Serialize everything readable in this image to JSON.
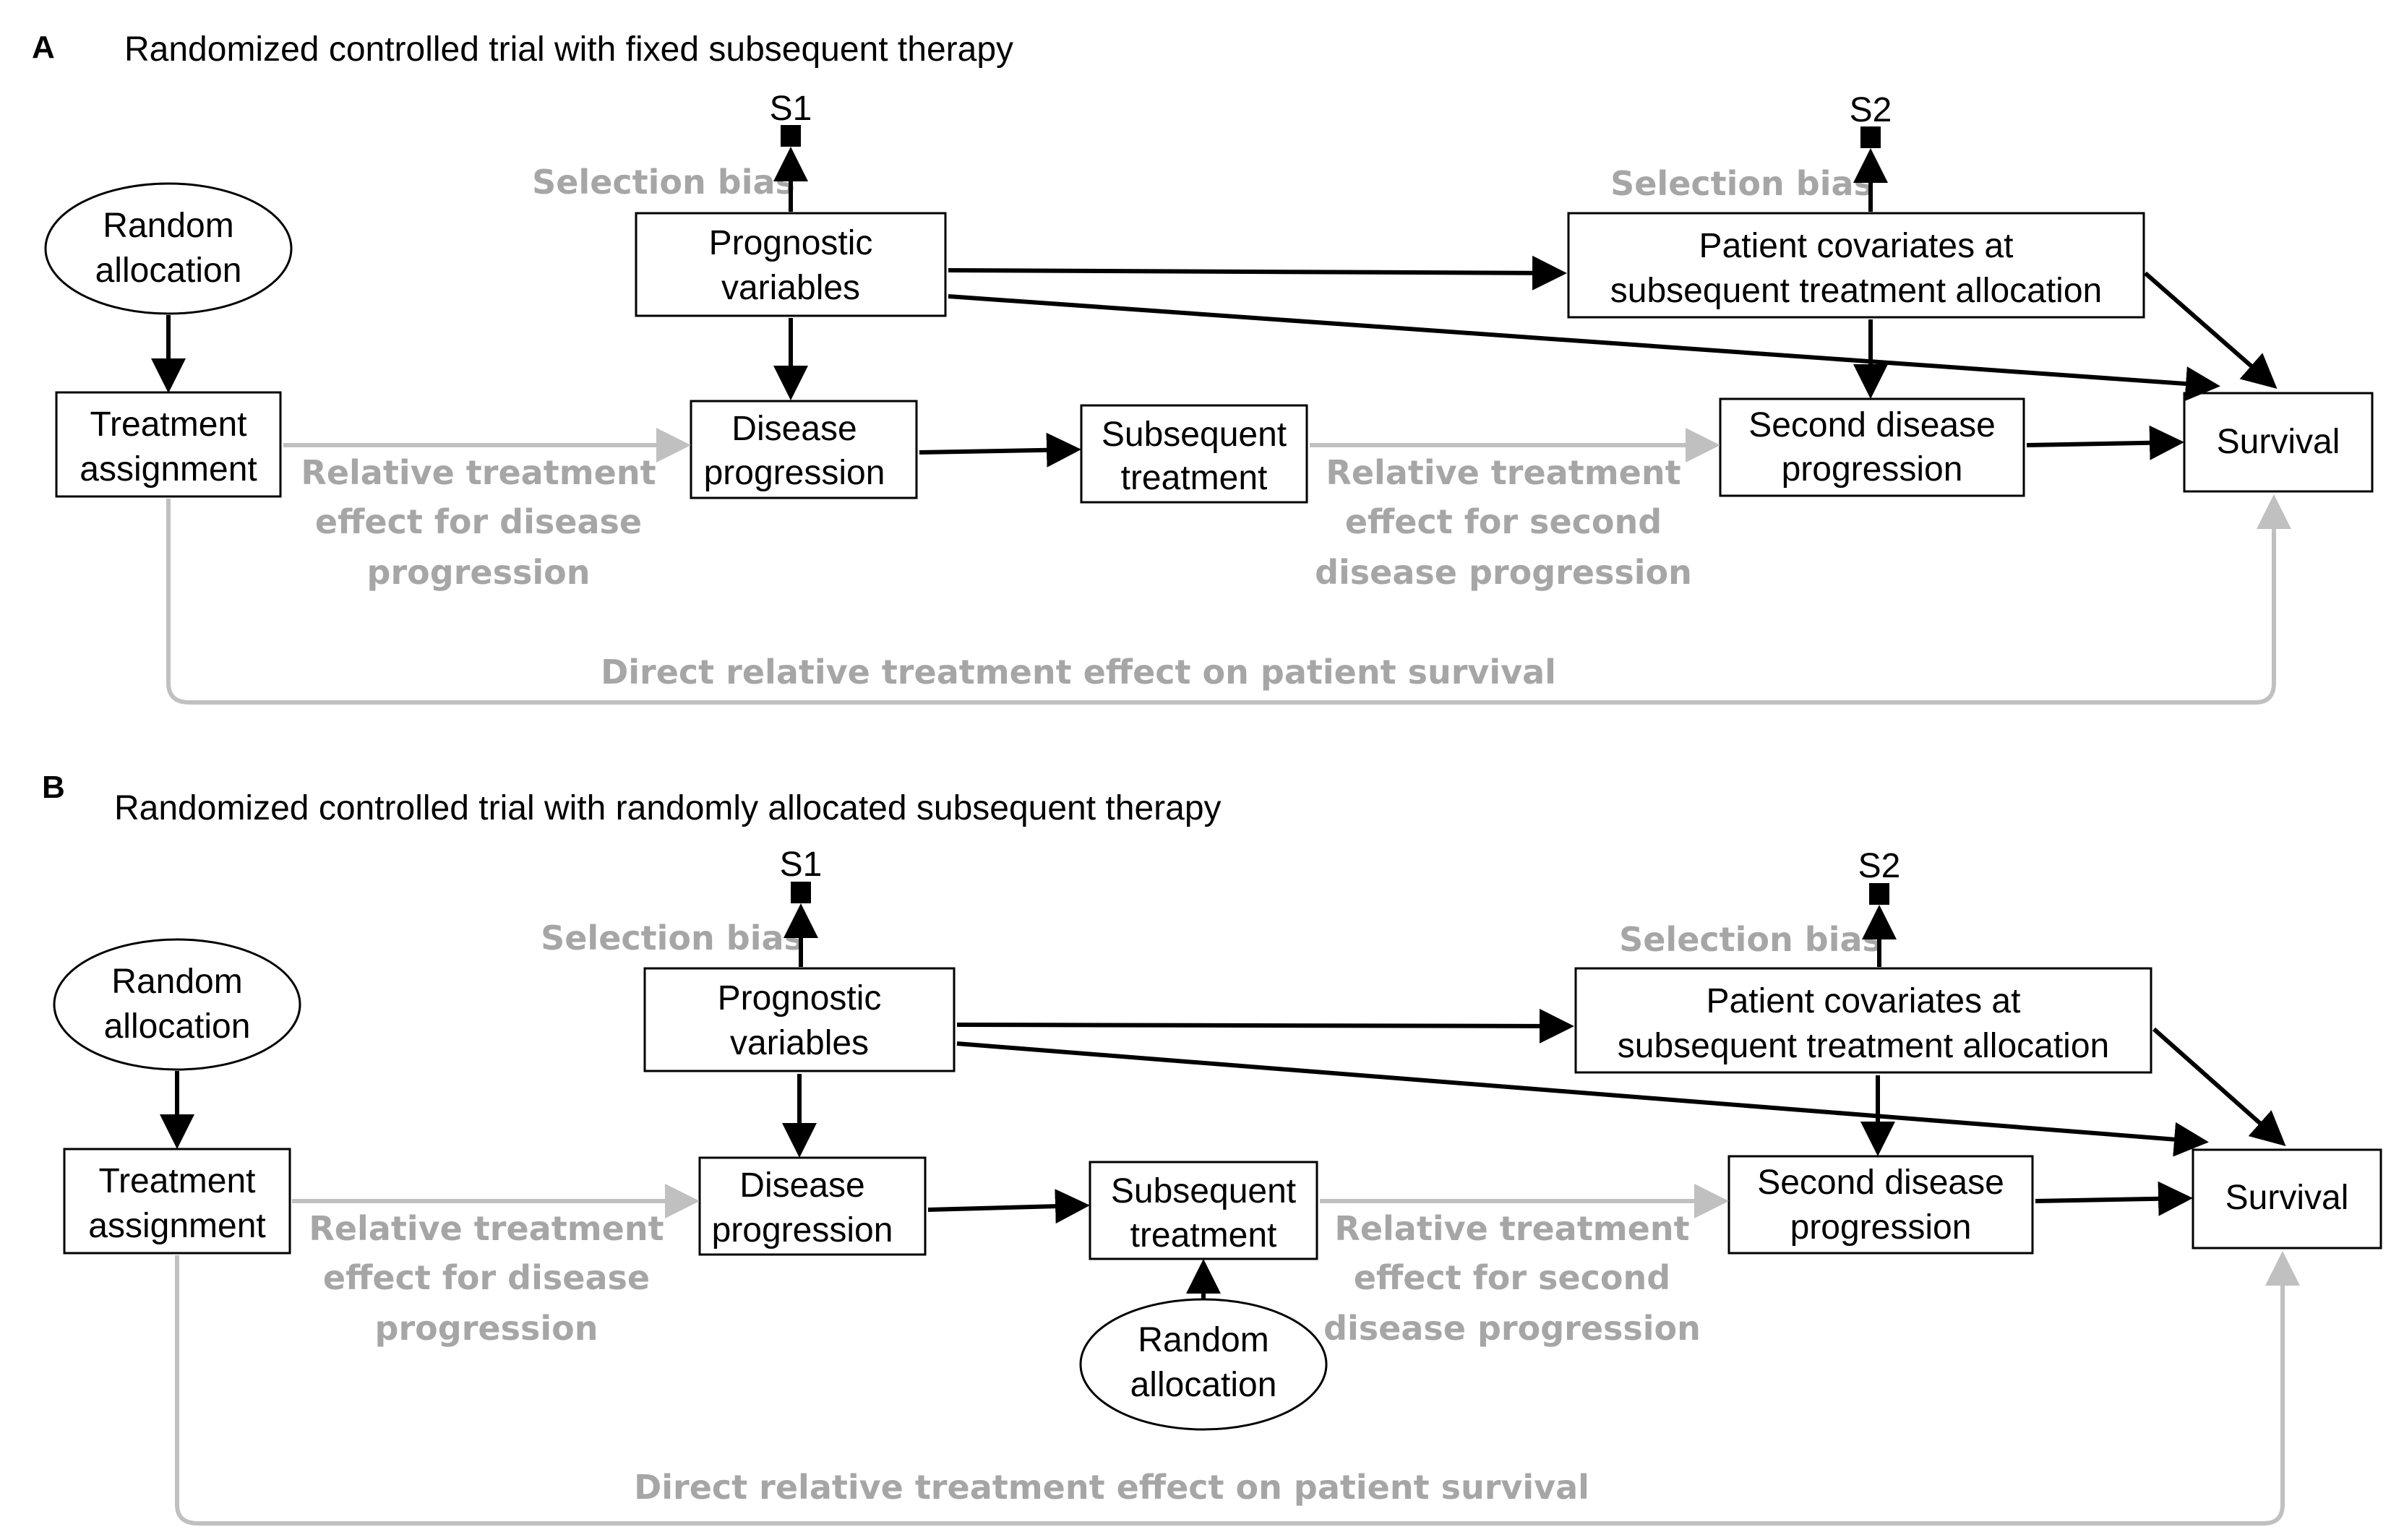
{
  "panels": [
    {
      "letter": "A",
      "title": "Randomized controlled trial with fixed subsequent therapy",
      "nodes": {
        "random_allocation": [
          "Random",
          "allocation"
        ],
        "treatment_assignment": [
          "Treatment",
          "assignment"
        ],
        "prognostic_variables": [
          "Prognostic",
          "variables"
        ],
        "disease_progression": [
          "Disease",
          "progression"
        ],
        "subsequent_treatment": [
          "Subsequent",
          "treatment"
        ],
        "patient_covariates": [
          "Patient covariates at",
          "subsequent treatment allocation"
        ],
        "second_disease_progression": [
          "Second disease",
          "progression"
        ],
        "survival": "Survival",
        "s1": "S1",
        "s2": "S2"
      },
      "labels": {
        "selection_bias_1": "Selection bias",
        "selection_bias_2": "Selection bias",
        "effect_disease_progression": [
          "Relative treatment",
          "effect for disease",
          "progression"
        ],
        "effect_second_progression": [
          "Relative treatment",
          "effect for second",
          "disease progression"
        ],
        "direct_effect": "Direct relative treatment effect on patient survival"
      }
    },
    {
      "letter": "B",
      "title": "Randomized controlled trial with randomly allocated subsequent therapy",
      "nodes": {
        "random_allocation": [
          "Random",
          "allocation"
        ],
        "treatment_assignment": [
          "Treatment",
          "assignment"
        ],
        "prognostic_variables": [
          "Prognostic",
          "variables"
        ],
        "disease_progression": [
          "Disease",
          "progression"
        ],
        "subsequent_treatment": [
          "Subsequent",
          "treatment"
        ],
        "random_allocation_2": [
          "Random",
          "allocation"
        ],
        "patient_covariates": [
          "Patient covariates at",
          "subsequent treatment allocation"
        ],
        "second_disease_progression": [
          "Second disease",
          "progression"
        ],
        "survival": "Survival",
        "s1": "S1",
        "s2": "S2"
      },
      "labels": {
        "selection_bias_1": "Selection bias",
        "selection_bias_2": "Selection bias",
        "effect_disease_progression": [
          "Relative treatment",
          "effect for disease",
          "progression"
        ],
        "effect_second_progression": [
          "Relative treatment",
          "effect for second",
          "disease progression"
        ],
        "direct_effect": "Direct relative treatment effect on patient survival"
      }
    }
  ]
}
